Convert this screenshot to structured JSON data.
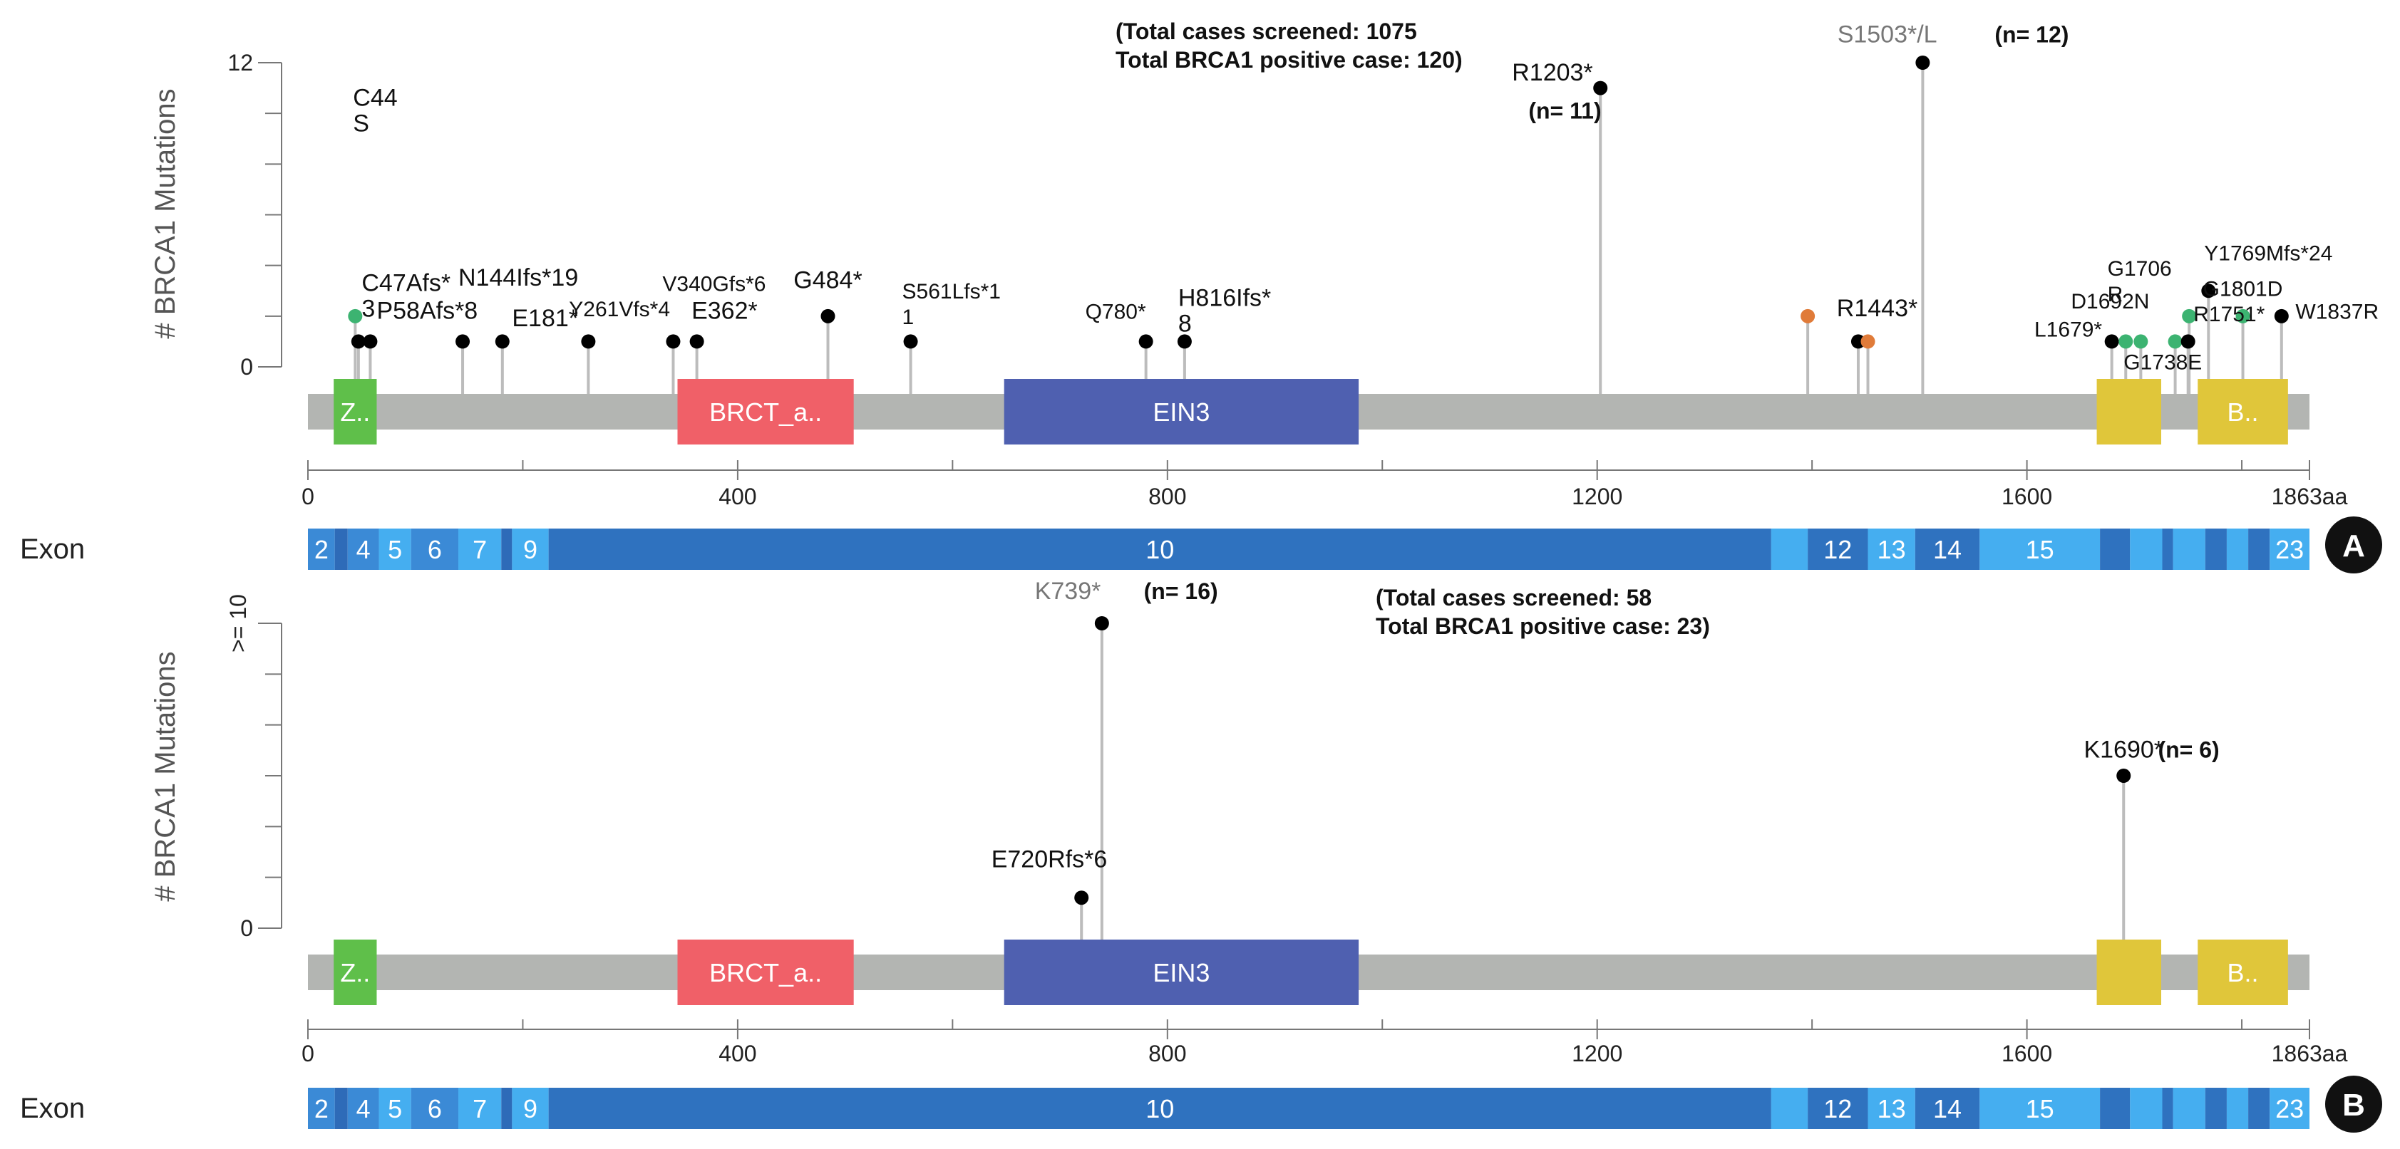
{
  "chart_data": [
    {
      "type": "lollipop",
      "panel": "A",
      "ylabel": "# BRCA1 Mutations",
      "ylim": [
        0,
        12
      ],
      "y_ticks": [
        {
          "value": 0,
          "label": "0"
        },
        {
          "value": 12,
          "label": "12"
        }
      ],
      "xlim": [
        0,
        1863
      ],
      "x_ticks": [
        {
          "value": 0,
          "label": "0"
        },
        {
          "value": 400,
          "label": "400"
        },
        {
          "value": 800,
          "label": "800"
        },
        {
          "value": 1200,
          "label": "1200"
        },
        {
          "value": 1600,
          "label": "1600"
        },
        {
          "value": 1863,
          "label": "1863aa"
        }
      ],
      "summary": [
        "(Total cases screened: 1075",
        "Total BRCA1 positive case: 120)"
      ],
      "mutations": [
        {
          "label": "C44\nS",
          "x": 44,
          "y": 2,
          "color": "#3cb371",
          "lx": 42,
          "ly": 10.3,
          "anchor": "start",
          "size": "big"
        },
        {
          "label": "C47Afs*\n3",
          "x": 47,
          "y": 1,
          "color": "#000000",
          "lx": 50,
          "ly": 3.0,
          "anchor": "start",
          "size": "big"
        },
        {
          "label": "P58Afs*8",
          "x": 58,
          "y": 1,
          "color": "#000000",
          "lx": 64,
          "ly": 1.9,
          "anchor": "start",
          "size": "big"
        },
        {
          "label": "N144Ifs*19",
          "x": 144,
          "y": 1,
          "color": "#000000",
          "lx": 140,
          "ly": 3.2,
          "anchor": "start",
          "size": "big"
        },
        {
          "label": "E181*",
          "x": 181,
          "y": 1,
          "color": "#000000",
          "lx": 190,
          "ly": 1.6,
          "anchor": "start",
          "size": "big"
        },
        {
          "label": "Y261Vfs*4",
          "x": 261,
          "y": 1,
          "color": "#000000",
          "lx": 243,
          "ly": 2.0,
          "anchor": "start",
          "size": "normal"
        },
        {
          "label": "V340Gfs*6",
          "x": 340,
          "y": 1,
          "color": "#000000",
          "lx": 330,
          "ly": 3.0,
          "anchor": "start",
          "size": "normal"
        },
        {
          "label": "E362*",
          "x": 362,
          "y": 1,
          "color": "#000000",
          "lx": 357,
          "ly": 1.9,
          "anchor": "start",
          "size": "big"
        },
        {
          "label": "G484*",
          "x": 484,
          "y": 2,
          "color": "#000000",
          "lx": 484,
          "ly": 3.1,
          "anchor": "middle",
          "size": "big"
        },
        {
          "label": "S561Lfs*1\n1",
          "x": 561,
          "y": 1,
          "color": "#000000",
          "lx": 553,
          "ly": 2.7,
          "anchor": "start",
          "size": "normal"
        },
        {
          "label": "Q780*",
          "x": 780,
          "y": 1,
          "color": "#000000",
          "lx": 780,
          "ly": 1.9,
          "anchor": "end",
          "size": "normal"
        },
        {
          "label": "H816Ifs*\n8",
          "x": 816,
          "y": 1,
          "color": "#000000",
          "lx": 810,
          "ly": 2.4,
          "anchor": "start",
          "size": "big"
        },
        {
          "label": "R1203*",
          "x": 1203,
          "y": 11,
          "color": "#000000",
          "lx": 1196,
          "ly": 11.3,
          "anchor": "end",
          "size": "big"
        },
        {
          "label": "",
          "x": 1396,
          "y": 2,
          "color": "#e07b39",
          "lx": 0,
          "ly": 0,
          "anchor": "start",
          "size": "normal"
        },
        {
          "label": "R1443*",
          "x": 1443,
          "y": 1,
          "color": "#000000",
          "lx": 1423,
          "ly": 2.0,
          "anchor": "start",
          "size": "big"
        },
        {
          "label": "",
          "x": 1452,
          "y": 1,
          "color": "#e07b39",
          "lx": 0,
          "ly": 0,
          "anchor": "start",
          "size": "normal"
        },
        {
          "label": "S1503*/L",
          "x": 1503,
          "y": 12,
          "color": "#000000",
          "lx": 1470,
          "ly": 12.8,
          "anchor": "middle",
          "size": "grey"
        },
        {
          "label": "L1679*",
          "x": 1679,
          "y": 1,
          "color": "#000000",
          "lx": 1670,
          "ly": 1.2,
          "anchor": "end",
          "size": "normal"
        },
        {
          "label": "D1692N",
          "x": 1692,
          "y": 1,
          "color": "#3cb371",
          "lx": 1641,
          "ly": 2.3,
          "anchor": "start",
          "size": "normal"
        },
        {
          "label": "G1706\nR",
          "x": 1706,
          "y": 1,
          "color": "#3cb371",
          "lx": 1675,
          "ly": 3.6,
          "anchor": "start",
          "size": "normal"
        },
        {
          "label": "G1738E",
          "x": 1738,
          "y": 1,
          "color": "#3cb371",
          "lx": 1690,
          "ly": -0.1,
          "anchor": "start",
          "size": "normal"
        },
        {
          "label": "",
          "x": 1750,
          "y": 1,
          "color": "#000000",
          "lx": 0,
          "ly": 0,
          "anchor": "start",
          "size": "normal"
        },
        {
          "label": "R1751*",
          "x": 1751,
          "y": 2,
          "color": "#3cb371",
          "lx": 1755,
          "ly": 1.8,
          "anchor": "start",
          "size": "normal"
        },
        {
          "label": "Y1769Mfs*24",
          "x": 1769,
          "y": 3,
          "color": "#000000",
          "lx": 1765,
          "ly": 4.2,
          "anchor": "start",
          "size": "normal"
        },
        {
          "label": "G1801D",
          "x": 1801,
          "y": 2,
          "color": "#3cb371",
          "lx": 1801,
          "ly": 2.8,
          "anchor": "middle",
          "size": "normal"
        },
        {
          "label": "W1837R",
          "x": 1837,
          "y": 2,
          "color": "#000000",
          "lx": 1850,
          "ly": 1.9,
          "anchor": "start",
          "size": "normal"
        }
      ],
      "counts": [
        {
          "label": "(n= 11)",
          "x": 1170,
          "y": 9.8,
          "anchor": "middle"
        },
        {
          "label": "(n= 12)",
          "x": 1570,
          "y": 12.8,
          "anchor": "start"
        }
      ]
    },
    {
      "type": "lollipop",
      "panel": "B",
      "ylabel": "# BRCA1 Mutations",
      "ylim": [
        0,
        10
      ],
      "y_ticks": [
        {
          "value": 0,
          "label": "0"
        },
        {
          "value": 10,
          "label": ">= 10"
        }
      ],
      "xlim": [
        0,
        1863
      ],
      "x_ticks": [
        {
          "value": 0,
          "label": "0"
        },
        {
          "value": 400,
          "label": "400"
        },
        {
          "value": 800,
          "label": "800"
        },
        {
          "value": 1200,
          "label": "1200"
        },
        {
          "value": 1600,
          "label": "1600"
        },
        {
          "value": 1863,
          "label": "1863aa"
        }
      ],
      "summary": [
        "(Total cases screened: 58",
        "Total BRCA1 positive case: 23)"
      ],
      "mutations": [
        {
          "label": "E720Rfs*6",
          "x": 720,
          "y": 1,
          "color": "#000000",
          "lx": 690,
          "ly": 2.0,
          "anchor": "middle",
          "size": "big"
        },
        {
          "label": "K739*",
          "x": 739,
          "y": 10,
          "color": "#000000",
          "lx": 738,
          "ly": 10.8,
          "anchor": "end",
          "size": "grey"
        },
        {
          "label": "K1690*",
          "x": 1690,
          "y": 5,
          "color": "#000000",
          "lx": 1690,
          "ly": 5.6,
          "anchor": "middle",
          "size": "big"
        }
      ],
      "counts": [
        {
          "label": "(n= 16)",
          "x": 778,
          "y": 10.8,
          "anchor": "start"
        },
        {
          "label": "(n= 6)",
          "x": 1722,
          "y": 5.6,
          "anchor": "start"
        }
      ]
    }
  ],
  "protein": {
    "length": 1863,
    "domains": [
      {
        "label": "Z..",
        "start": 24,
        "end": 64,
        "color": "#5fbf4a"
      },
      {
        "label": "BRCT_a..",
        "start": 344,
        "end": 508,
        "color": "#f06068"
      },
      {
        "label": "EIN3",
        "start": 648,
        "end": 978,
        "color": "#4f60b0"
      },
      {
        "label": "",
        "start": 1665,
        "end": 1725,
        "color": "#e0c63a"
      },
      {
        "label": "B..",
        "start": 1759,
        "end": 1843,
        "color": "#e0c63a"
      }
    ]
  },
  "exons": {
    "title": "Exon",
    "segments": [
      {
        "label": "2",
        "start": 0,
        "end": 25,
        "color": "#3b8ad6"
      },
      {
        "label": "",
        "start": 25,
        "end": 37,
        "color": "#2e6bb8"
      },
      {
        "label": "4",
        "start": 37,
        "end": 66,
        "color": "#3b8ad6"
      },
      {
        "label": "5",
        "start": 66,
        "end": 96,
        "color": "#45aef0"
      },
      {
        "label": "6",
        "start": 96,
        "end": 140,
        "color": "#3b8ad6"
      },
      {
        "label": "7",
        "start": 140,
        "end": 180,
        "color": "#45aef0"
      },
      {
        "label": "",
        "start": 180,
        "end": 190,
        "color": "#2e6bb8"
      },
      {
        "label": "9",
        "start": 190,
        "end": 224,
        "color": "#45aef0"
      },
      {
        "label": "10",
        "start": 224,
        "end": 1362,
        "color": "#2f72bf"
      },
      {
        "label": "",
        "start": 1362,
        "end": 1396,
        "color": "#45aef0"
      },
      {
        "label": "12",
        "start": 1396,
        "end": 1452,
        "color": "#2f72bf"
      },
      {
        "label": "13",
        "start": 1452,
        "end": 1496,
        "color": "#45aef0"
      },
      {
        "label": "14",
        "start": 1496,
        "end": 1556,
        "color": "#2f72bf"
      },
      {
        "label": "15",
        "start": 1556,
        "end": 1668,
        "color": "#45aef0"
      },
      {
        "label": "",
        "start": 1668,
        "end": 1696,
        "color": "#2f72bf"
      },
      {
        "label": "",
        "start": 1696,
        "end": 1726,
        "color": "#45aef0"
      },
      {
        "label": "",
        "start": 1726,
        "end": 1736,
        "color": "#2f72bf"
      },
      {
        "label": "",
        "start": 1736,
        "end": 1766,
        "color": "#45aef0"
      },
      {
        "label": "",
        "start": 1766,
        "end": 1786,
        "color": "#2f72bf"
      },
      {
        "label": "",
        "start": 1786,
        "end": 1806,
        "color": "#45aef0"
      },
      {
        "label": "",
        "start": 1806,
        "end": 1826,
        "color": "#2f72bf"
      },
      {
        "label": "23",
        "start": 1826,
        "end": 1863,
        "color": "#45aef0"
      }
    ]
  },
  "colors": {
    "backbone": "#b3b5b2",
    "stem": "#bcbcbc",
    "axis": "#777777",
    "badge": "#111111"
  }
}
